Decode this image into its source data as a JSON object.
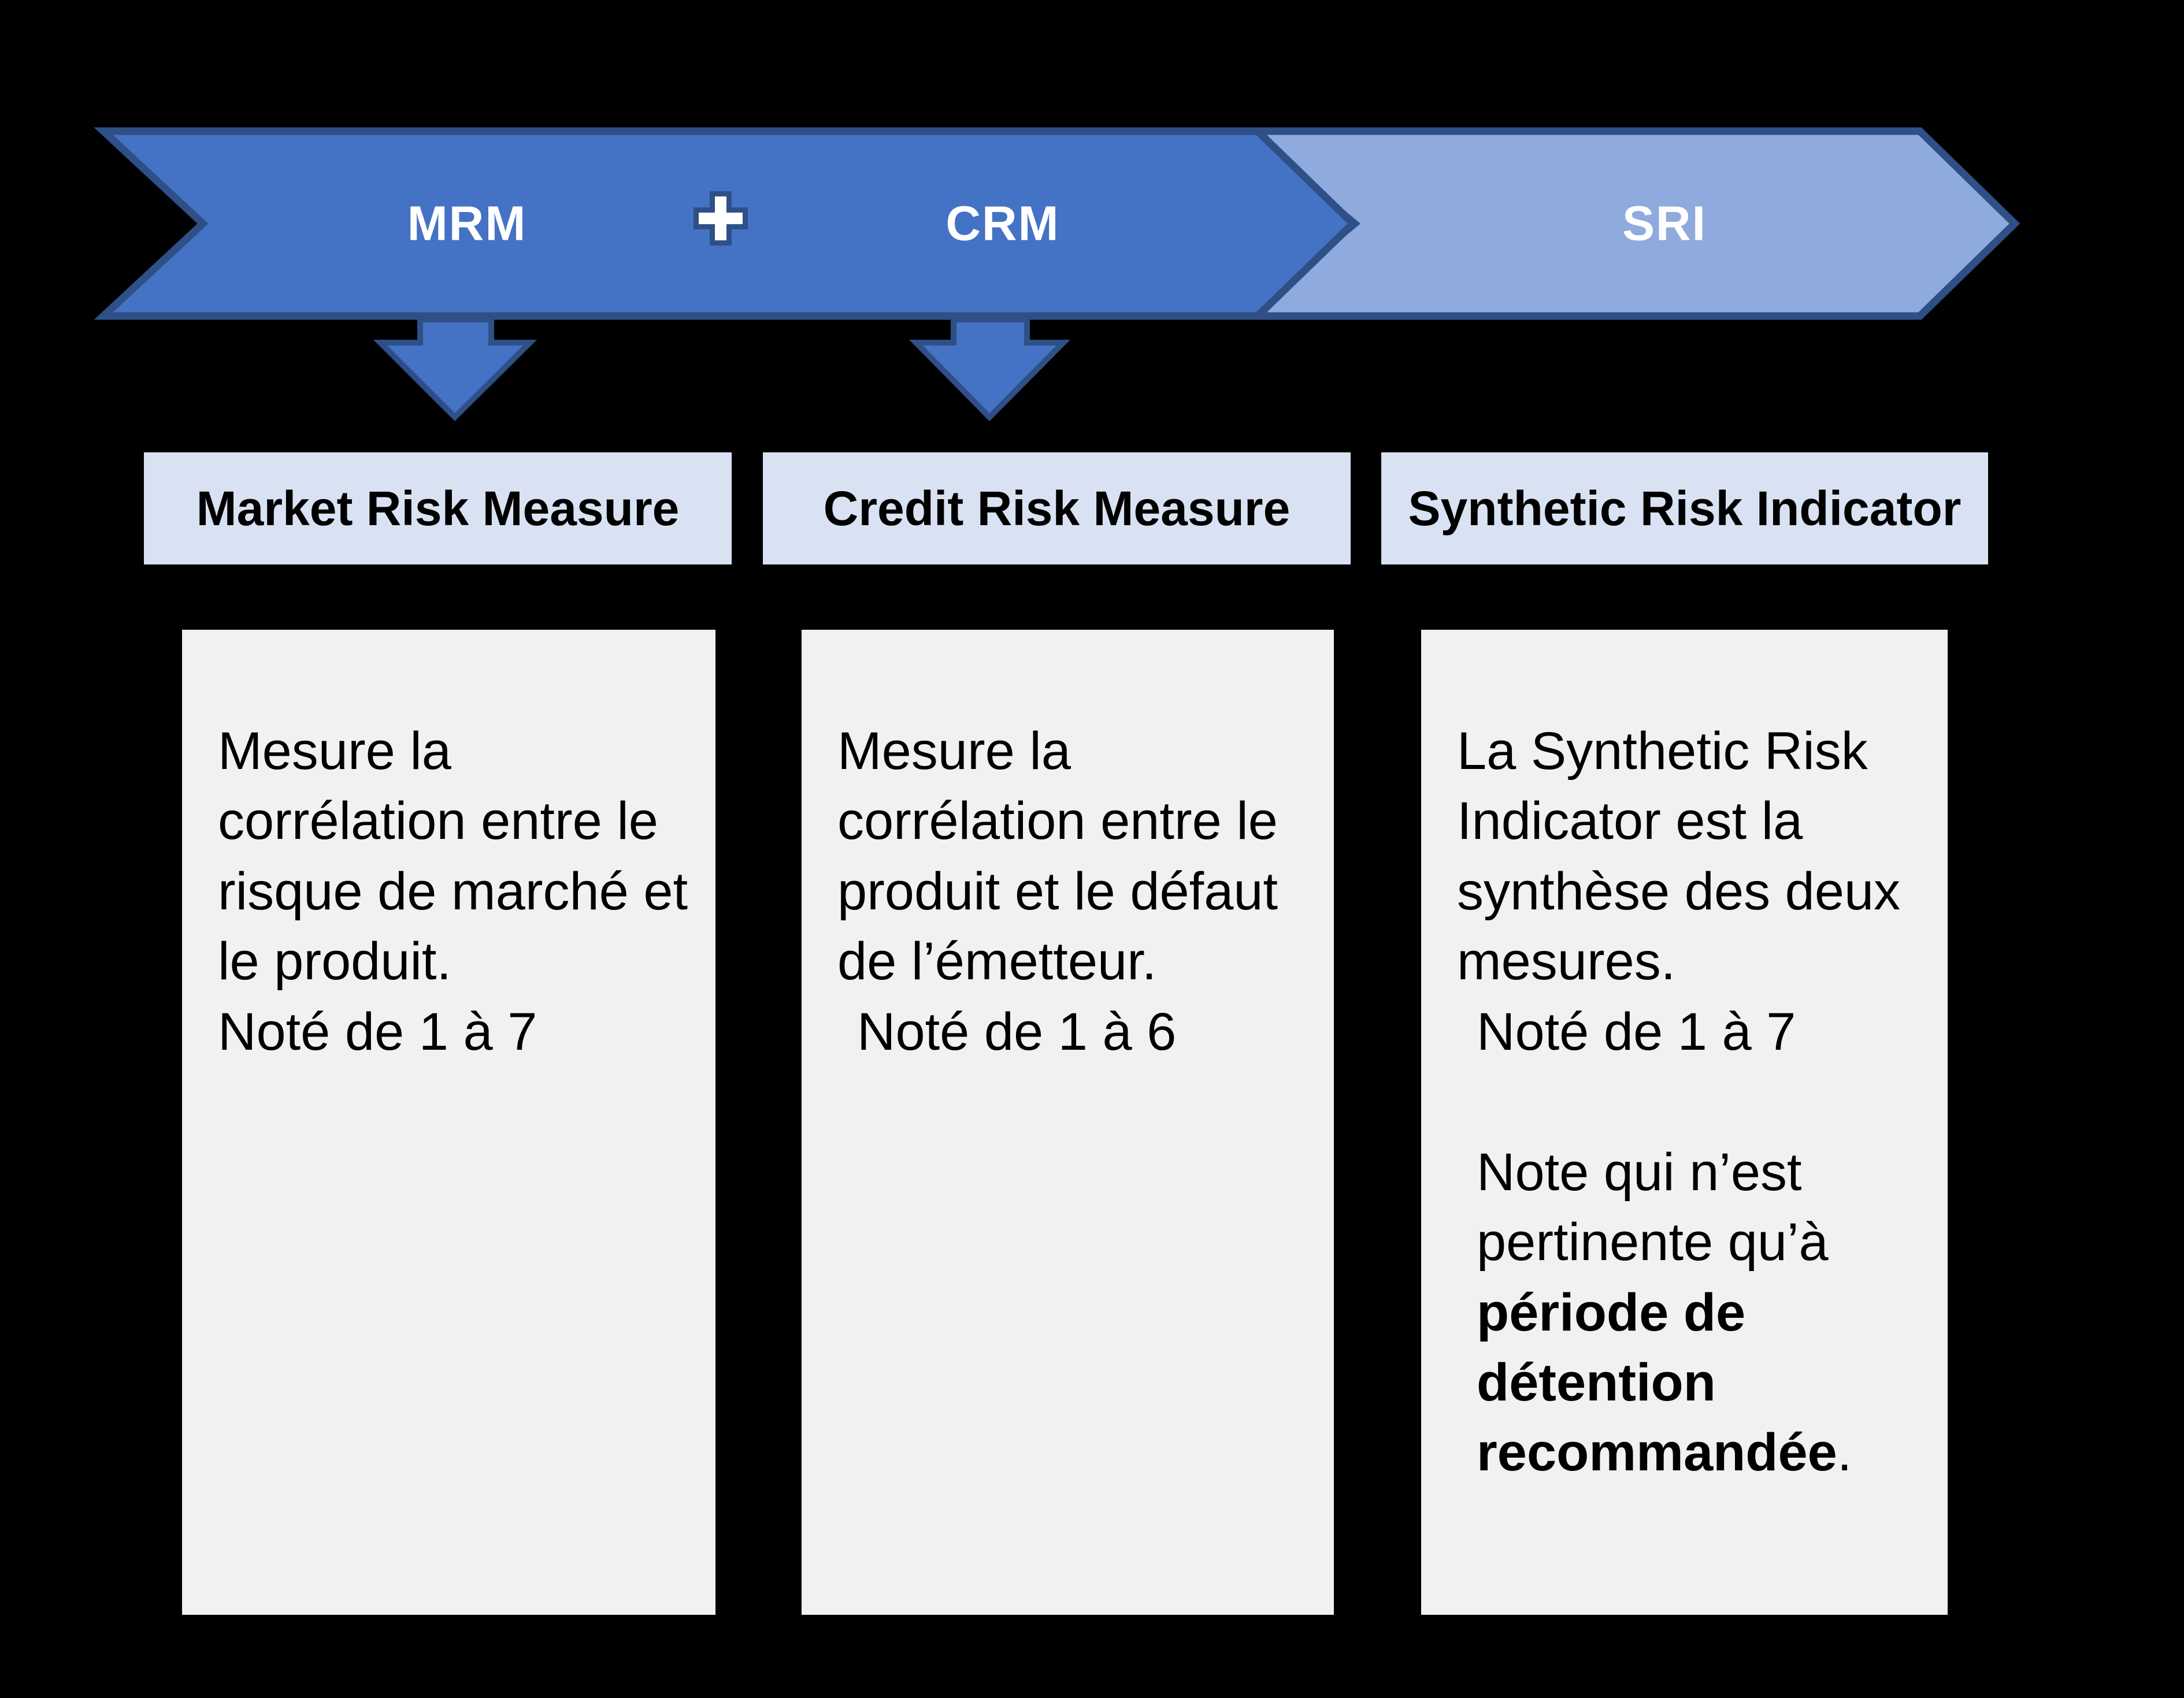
{
  "banner": {
    "segments": [
      {
        "label": "MRM"
      },
      {
        "label": "CRM"
      },
      {
        "label": "SRI"
      }
    ],
    "plus_label": "+"
  },
  "columns": [
    {
      "header": "Market Risk Measure",
      "body": "Mesure la\ncorrélation entre le\nrisque de marché et\nle produit.",
      "rating": "Noté de 1 à 7"
    },
    {
      "header": "Credit Risk Measure",
      "body": "Mesure la\ncorrélation entre le\nproduit et le défaut\nde l’émetteur.",
      "rating": "Noté de 1 à 6"
    },
    {
      "header": "Synthetic Risk Indicator",
      "body": "La Synthetic Risk\nIndicator est la\nsynthèse des deux\nmesures.",
      "rating": "Noté de 1 à 7",
      "note_normal": "Note qui n’est\npertinente qu’à\n",
      "note_bold": "période de\ndétention\nrecommandée",
      "note_suffix": "."
    }
  ],
  "colors": {
    "background": "#000000",
    "banner_dark_fill": "#4472C4",
    "banner_light_fill": "#8FAADC",
    "banner_border": "#2E5086",
    "arrow_fill": "#4472C4",
    "arrow_border": "#2E5086",
    "header_bg": "#D9E2F3",
    "panel_bg": "#F1F1F1",
    "text_dark": "#000000",
    "text_light": "#FFFFFF"
  }
}
